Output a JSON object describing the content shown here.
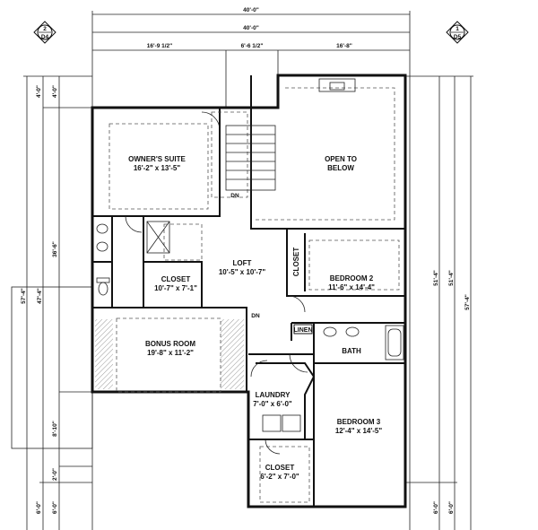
{
  "dimensions": {
    "top_overall": "40'-0\"",
    "top_overall_2": "40'-0\"",
    "top_segments": [
      "16'-9 1/2\"",
      "6'-6 1/2\"",
      "16'-8\""
    ],
    "left_outer": "57'-4\"",
    "left_middle_top": "4'-0\"",
    "left_middle": "47'-4\"",
    "left_middle_bottom": "6'-0\"",
    "left_inner_top": "4'-0\"",
    "left_inner_1": "36'-6\"",
    "left_inner_2": "8'-10\"",
    "left_inner_3": "2'-0\"",
    "left_inner_4": "6'-0\"",
    "right_1": "51'-4\"",
    "right_1_bottom": "6'-0\"",
    "right_2": "51'-4\"",
    "right_2_bottom": "6'-0\"",
    "right_3": "57'-4\""
  },
  "section_markers": [
    {
      "number": "2",
      "sheet": "D4"
    },
    {
      "number": "1",
      "sheet": "D5"
    }
  ],
  "rooms": {
    "owners_suite": {
      "name": "OWNER'S SUITE",
      "size": "16'-2\" x 13'-5\""
    },
    "open_to_below": {
      "name": "OPEN TO",
      "name2": "BELOW"
    },
    "loft": {
      "name": "LOFT",
      "size": "10'-5\" x 10'-7\""
    },
    "closet_owner": {
      "name": "CLOSET",
      "size": "10'-7\" x 7'-1\""
    },
    "bedroom2": {
      "name": "BEDROOM 2",
      "size": "11'-6\" x 14'-4\""
    },
    "closet_bed2": {
      "name": "CLOSET"
    },
    "bonus_room": {
      "name": "BONUS ROOM",
      "size": "19'-8\" x 11'-2\""
    },
    "linen": {
      "name": "LINEN"
    },
    "bath": {
      "name": "BATH"
    },
    "laundry": {
      "name": "LAUNDRY",
      "size": "7'-0\" x 6'-0\""
    },
    "bedroom3": {
      "name": "BEDROOM 3",
      "size": "12'-4\" x 14'-5\""
    },
    "closet_bed3": {
      "name": "CLOSET",
      "size": "6'-2\" x 7'-0\""
    }
  },
  "stair_labels": {
    "dn1": "DN",
    "dn2": "DN"
  }
}
